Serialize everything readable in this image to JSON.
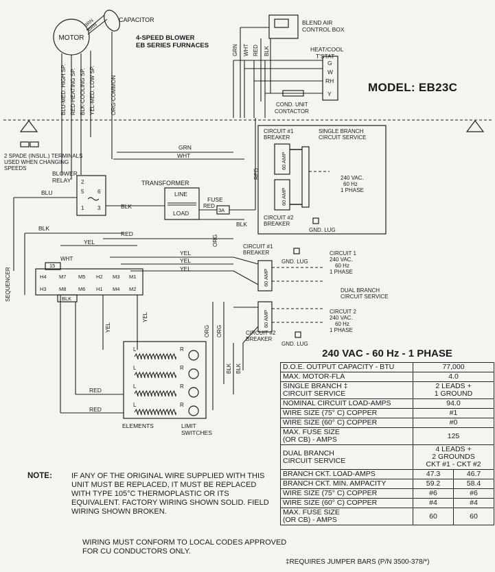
{
  "model": "MODEL: EB23C",
  "header": {
    "capacitor": "CAPACITOR",
    "motor": "MOTOR",
    "blower_title": "4-SPEED BLOWER",
    "blower_subtitle": "EB SERIES FURNACES",
    "blend_air": "BLEND AIR",
    "control_box": "CONTROL BOX",
    "heat_cool": "HEAT/COOL",
    "tstat": "T'STAT",
    "tstat_terms": [
      "G",
      "W",
      "RH",
      "Y"
    ],
    "cond_unit": "COND. UNIT",
    "contactor": "CONTACTOR"
  },
  "motor_leads": [
    "BLU-MED. HIGH SP.",
    "RED-HEATING SP.",
    "BLK-COOLING SP.",
    "YEL-MED. LOW SP.",
    "ORG-COMMON"
  ],
  "capacitor_leads": [
    "BRN",
    "BRN"
  ],
  "thermostat_wires": [
    "GRN",
    "WHT",
    "RED",
    "BLK"
  ],
  "wire_labels": {
    "grn": "GRN",
    "wht": "WHT",
    "red": "RED",
    "blu": "BLU",
    "blk": "BLK",
    "yel": "YEL",
    "org": "ORG",
    "wht15": "WHT"
  },
  "spade_note": "2 SPADE (INSUL.) TERMINALS\nUSED WHEN CHANGING\nSPEEDS",
  "blower_relay": "BLOWER\nRELAY",
  "relay_pins": [
    "2",
    "5",
    "6",
    "1",
    "3"
  ],
  "transformer": "TRANSFORMER",
  "transformer_line": "LINE",
  "transformer_load": "LOAD",
  "fuse": "FUSE",
  "fuse_value": "3A",
  "sequencer": "SEQUENCER",
  "sequencer_num": "15",
  "sequencer_terms": [
    "H4",
    "M7",
    "M5",
    "H2",
    "M3",
    "M1",
    "H3",
    "M8",
    "M6",
    "H1",
    "M4",
    "M2"
  ],
  "single_branch": {
    "circuit1": "CIRCUIT #1\nBREAKER",
    "title": "SINGLE BRANCH\nCIRCUIT SERVICE",
    "amp1": "60 AMP",
    "amp2": "60 AMP",
    "supply": "240 VAC.\n60 Hz\n1 PHASE",
    "circuit2": "CIRCUIT #2\nBREAKER",
    "gnd": "GND. LUG"
  },
  "dual_branch": {
    "circuit1": "CIRCUIT #1\nBREAKER",
    "gnd1": "GND. LUG",
    "c1_supply": "CIRCUIT 1\n240 VAC.\n60 Hz\n1 PHASE",
    "amp1": "60 AMP",
    "title": "DUAL BRANCH\nCIRCUIT SERVICE",
    "amp2": "60 AMP",
    "c2_supply": "CIRCUIT 2\n240 VAC.\n60 Hz\n1 PHASE",
    "circuit2": "CIRCUIT #2\nBREAKER",
    "gnd2": "GND. LUG"
  },
  "elements_label": "ELEMENTS",
  "limit_label": "LIMIT\nSWITCHES",
  "element_ends": [
    "L",
    "R"
  ],
  "spec_title": "240 VAC - 60 Hz - 1 PHASE",
  "spec_rows": [
    {
      "label": "D.O.E. OUTPUT CAPACITY - BTU",
      "value": "77,000"
    },
    {
      "label": "MAX. MOTOR-FLA",
      "value": "4.0"
    },
    {
      "label": "SINGLE BRANCH ‡\nCIRCUIT SERVICE",
      "value": "2 LEADS +\n1 GROUND"
    },
    {
      "label": "NOMINAL CIRCUIT LOAD-AMPS",
      "value": "94.0"
    },
    {
      "label": "WIRE SIZE (75° C) COPPER",
      "value": "#1"
    },
    {
      "label": "WIRE SIZE (60° C) COPPER",
      "value": "#0"
    },
    {
      "label": "MAX. FUSE SIZE\n(OR CB) - AMPS",
      "value": "125"
    }
  ],
  "spec_dual": {
    "label": "DUAL BRANCH\nCIRCUIT SERVICE",
    "value": "4 LEADS +\n2 GROUNDS\nCKT #1 - CKT #2"
  },
  "spec_dual_rows": [
    {
      "label": "BRANCH CKT. LOAD-AMPS",
      "v1": "47.3",
      "v2": "46.7"
    },
    {
      "label": "BRANCH CKT. MIN. AMPACITY",
      "v1": "59.2",
      "v2": "58.4"
    },
    {
      "label": "WIRE SIZE (75° C) COPPER",
      "v1": "#6",
      "v2": "#6"
    },
    {
      "label": "WIRE SIZE (60° C) COPPER",
      "v1": "#4",
      "v2": "#4"
    },
    {
      "label": "MAX. FUSE SIZE\n(OR CB) - AMPS",
      "v1": "60",
      "v2": "60"
    }
  ],
  "note_label": "NOTE:",
  "note": "IF ANY OF THE ORIGINAL WIRE SUPPLIED WITH THIS UNIT MUST BE REPLACED, IT MUST BE REPLACED WITH TYPE 105°C THERMOPLASTIC OR ITS EQUIVALENT. FACTORY WIRING SHOWN SOLID. FIELD WIRING SHOWN BROKEN.",
  "codes": "WIRING MUST CONFORM TO LOCAL CODES APPROVED FOR CU CONDUCTORS ONLY.",
  "jumper": "‡REQUIRES JUMPER BARS (P/N 3500-378/*)"
}
